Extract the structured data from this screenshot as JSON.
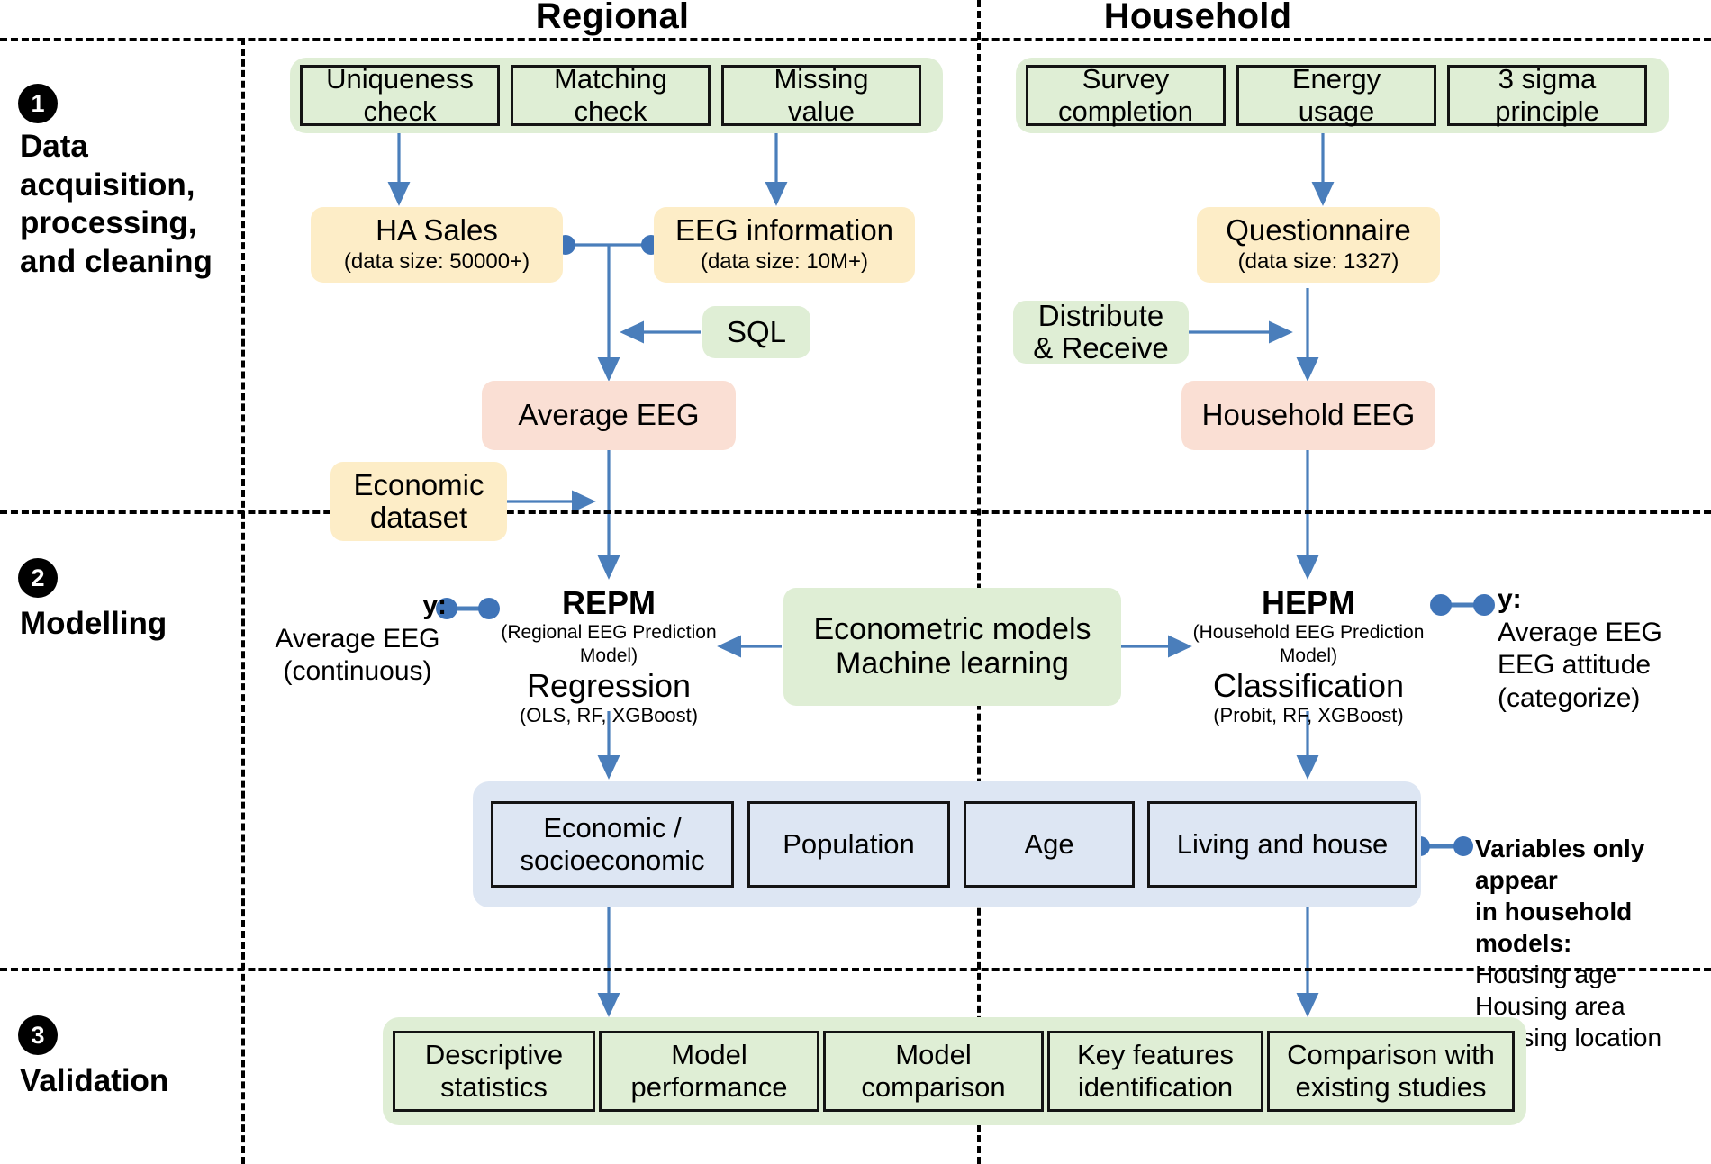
{
  "columns": {
    "regional": "Regional",
    "household": "Household"
  },
  "stages": [
    {
      "num": "1",
      "label": "Data\nacquisition,\nprocessing,\nand cleaning"
    },
    {
      "num": "2",
      "label": "Modelling"
    },
    {
      "num": "3",
      "label": "Validation"
    }
  ],
  "regional": {
    "checks": [
      {
        "line1": "Uniqueness",
        "line2": "check"
      },
      {
        "line1": "Matching",
        "line2": "check"
      },
      {
        "line1": "Missing",
        "line2": "value"
      }
    ],
    "ha_sales": {
      "title": "HA Sales",
      "sub": "(data size: 50000+)"
    },
    "eeg_information": {
      "title": "EEG information",
      "sub": "(data size: 10M+)"
    },
    "sql": "SQL",
    "average_eeg": "Average EEG",
    "economic_dataset": {
      "line1": "Economic",
      "line2": "dataset"
    },
    "model": {
      "acronym": "REPM",
      "expansion": "(Regional EEG Prediction Model)",
      "task": "Regression",
      "algorithms": "(OLS, RF, XGBoost)"
    },
    "y": {
      "head": "y:",
      "lines": [
        "Average EEG",
        "(continuous)"
      ]
    }
  },
  "household": {
    "checks": [
      {
        "line1": "Survey",
        "line2": "completion"
      },
      {
        "line1": "Energy",
        "line2": "usage"
      },
      {
        "line1": "3 sigma",
        "line2": "principle"
      }
    ],
    "questionnaire": {
      "title": "Questionnaire",
      "sub": "(data size: 1327)"
    },
    "distribute_receive": {
      "line1": "Distribute",
      "line2": "& Receive"
    },
    "household_eeg": "Household EEG",
    "model": {
      "acronym": "HEPM",
      "expansion": "(Household EEG Prediction Model)",
      "task": "Classification",
      "algorithms": "(Probit, RF, XGBoost)"
    },
    "y": {
      "head": "y:",
      "lines": [
        "Average EEG",
        "EEG attitude",
        "(categorize)"
      ]
    }
  },
  "center_models": {
    "line1": "Econometric models",
    "line2": "Machine learning"
  },
  "variables": {
    "items": [
      {
        "line1": "Economic /",
        "line2": "socioeconomic"
      },
      {
        "line1": "Population",
        "line2": ""
      },
      {
        "line1": "Age",
        "line2": ""
      },
      {
        "line1": "Living and house",
        "line2": ""
      }
    ],
    "note": {
      "head": [
        "Variables only appear",
        "in household models:"
      ],
      "lines": [
        "Housing age",
        "Housing area",
        "Housing location"
      ]
    }
  },
  "validation": {
    "items": [
      {
        "line1": "Descriptive",
        "line2": "statistics"
      },
      {
        "line1": "Model",
        "line2": "performance"
      },
      {
        "line1": "Model",
        "line2": "comparison"
      },
      {
        "line1": "Key features",
        "line2": "identification"
      },
      {
        "line1": "Comparison with",
        "line2": "existing studies"
      }
    ]
  },
  "colors": {
    "green_panel": "#dfeed5",
    "blue_panel": "#dde6f3",
    "yellow_node": "#fdedc7",
    "pink_node": "#fadfd4",
    "arrow": "#4a7ebb",
    "border": "#141414"
  }
}
